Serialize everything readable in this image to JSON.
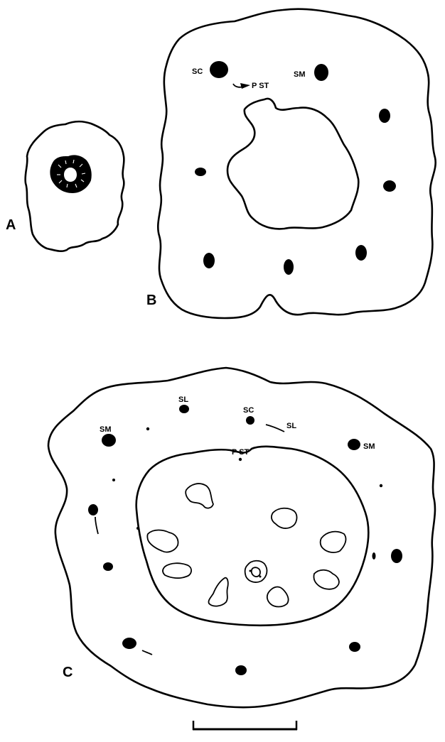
{
  "panels": {
    "a": {
      "letter": "A"
    },
    "b": {
      "letter": "B",
      "labels": {
        "sc": "SC",
        "sm": "SM",
        "pst": "P ST"
      }
    },
    "c": {
      "letter": "C",
      "labels": {
        "sl_left": "SL",
        "sc": "SC",
        "sl_right": "SL",
        "sm_left": "SM",
        "sm_right": "SM",
        "pst": "P ST"
      }
    }
  }
}
